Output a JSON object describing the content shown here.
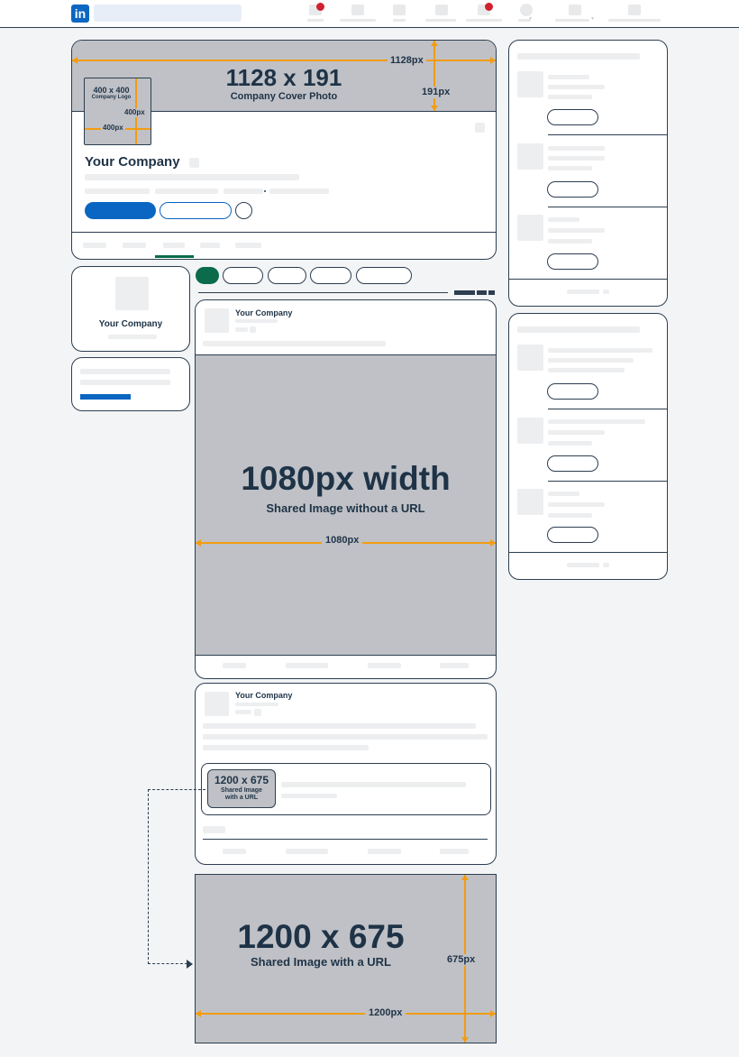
{
  "app": {
    "logo_text": "in",
    "brand_color": "#0a66c2",
    "accent_color": "#f39c12",
    "follow_color": "#0b6b4b",
    "notification_color": "#d0202e"
  },
  "company": {
    "name": "Your Company"
  },
  "cover": {
    "title": "1128 x 191",
    "subtitle": "Company Cover Photo",
    "width_label": "1128px",
    "height_label": "191px"
  },
  "logo": {
    "title": "400 x 400",
    "subtitle": "Company Logo",
    "width_label": "400px",
    "height_label": "400px"
  },
  "sidebar_card": {
    "company_name": "Your Company"
  },
  "post1": {
    "author": "Your Company",
    "image_title": "1080px width",
    "image_subtitle": "Shared Image without a URL",
    "width_label": "1080px"
  },
  "post2": {
    "author": "Your Company",
    "thumb_title": "1200 x 675",
    "thumb_subtitle_line1": "Shared Image",
    "thumb_subtitle_line2": "with a URL"
  },
  "url_image": {
    "title": "1200 x 675",
    "subtitle": "Shared Image with a URL",
    "width_label": "1200px",
    "height_label": "675px"
  }
}
